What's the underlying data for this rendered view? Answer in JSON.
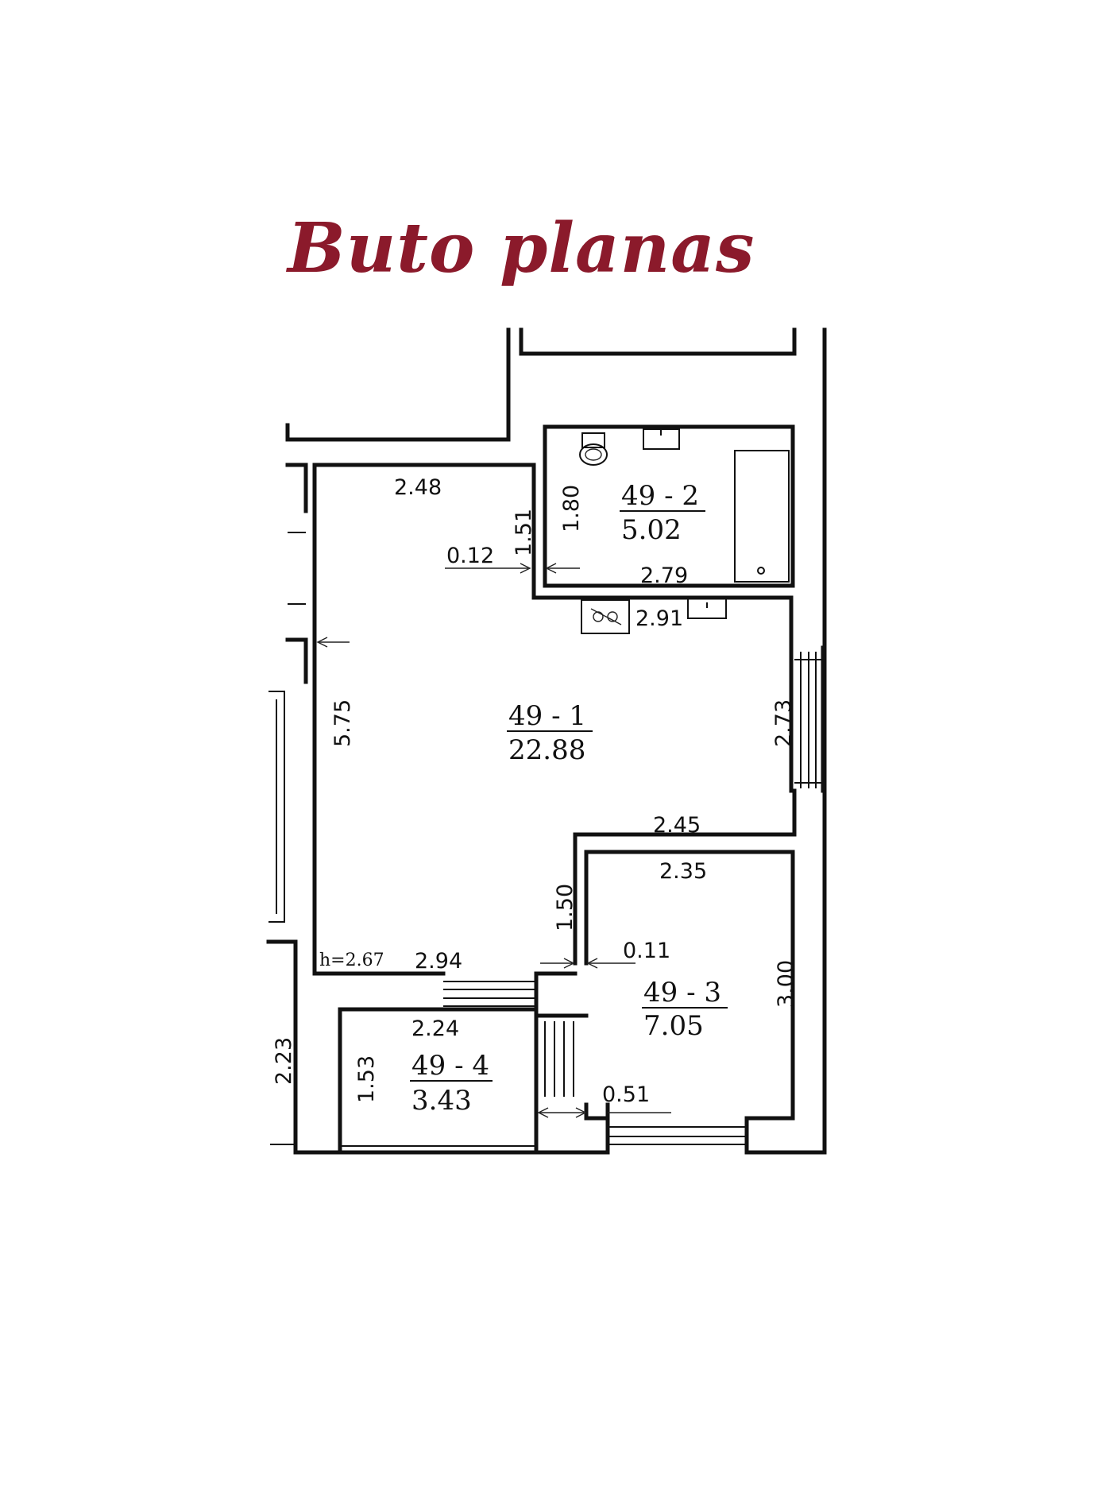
{
  "title": "Buto planas",
  "rooms": [
    {
      "id": "49 - 1",
      "area": "22.88"
    },
    {
      "id": "49 - 2",
      "area": "5.02"
    },
    {
      "id": "49 - 3",
      "area": "7.05"
    },
    {
      "id": "49 - 4",
      "area": "3.43"
    }
  ],
  "dimensions": {
    "d248": "2.48",
    "d180": "1.80",
    "d151": "1.51",
    "d012": "0.12",
    "d279": "2.79",
    "d291": "2.91",
    "d575": "5.75",
    "d273": "2.73",
    "d245": "2.45",
    "d235": "2.35",
    "d150": "1.50",
    "d011": "0.11",
    "d294": "2.94",
    "d300": "3.00",
    "d224": "2.24",
    "d153": "1.53",
    "d223": "2.23",
    "d051": "0.51"
  },
  "ceiling_height": "h=2.67"
}
